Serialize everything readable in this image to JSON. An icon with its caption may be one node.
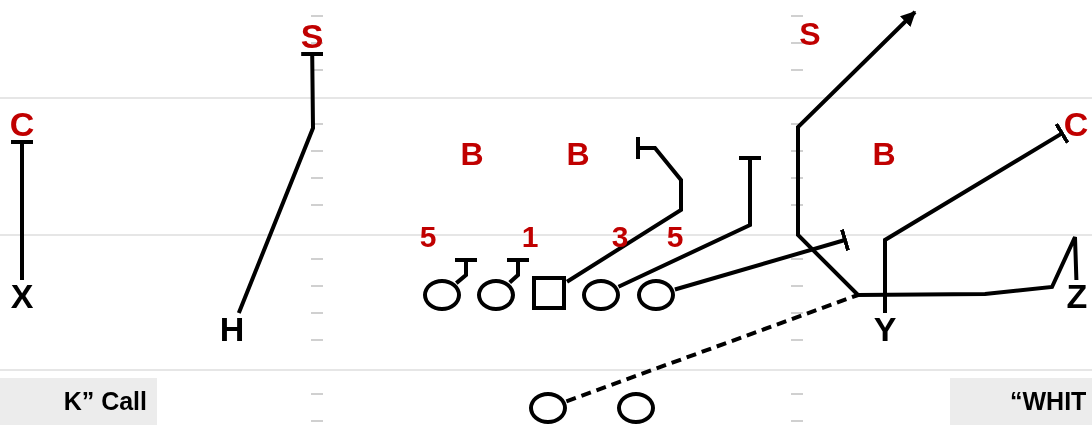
{
  "diagram": {
    "nodes": [
      {
        "text": [
          "X"
        ]
      },
      {
        "text": [
          "H"
        ]
      },
      {
        "text": [],
        "shape": "circle"
      },
      {
        "text": [],
        "shape": "circle"
      },
      {
        "text": [],
        "shape": "box"
      },
      {
        "text": [],
        "shape": "circle"
      },
      {
        "text": [],
        "shape": "circle"
      },
      {
        "text": [
          "Y"
        ]
      },
      {
        "text": [
          "Z"
        ]
      },
      {
        "text": [],
        "shape": "circle"
      },
      {
        "text": [],
        "shape": "circle"
      },
      {
        "text": [
          "S"
        ]
      },
      {
        "text": [
          "C"
        ]
      },
      {
        "text": [
          "C"
        ]
      }
    ],
    "edges": [
      {
        "from": 0,
        "to": 12,
        "arrow": "other"
      },
      {
        "from": 1,
        "to": 11,
        "arrow": "other"
      },
      {
        "from": 2,
        "to": null,
        "arrow": "other"
      },
      {
        "from": 3,
        "to": null,
        "arrow": "other"
      },
      {
        "from": 4,
        "to": null,
        "arrow": "other"
      },
      {
        "from": 5,
        "to": null,
        "arrow": "other"
      },
      {
        "from": 6,
        "to": null,
        "arrow": "other"
      },
      {
        "from": 7,
        "to": 13,
        "arrow": "other"
      },
      {
        "from": 8,
        "to": null,
        "arrow": "to"
      },
      {
        "from": 9,
        "to": null,
        "arrow": "none",
        "style": "dashed"
      }
    ],
    "labels": [
      "S",
      "B",
      "B",
      "B",
      "5",
      "1",
      "3",
      "5",
      "K” Call",
      "“WHIT"
    ]
  }
}
